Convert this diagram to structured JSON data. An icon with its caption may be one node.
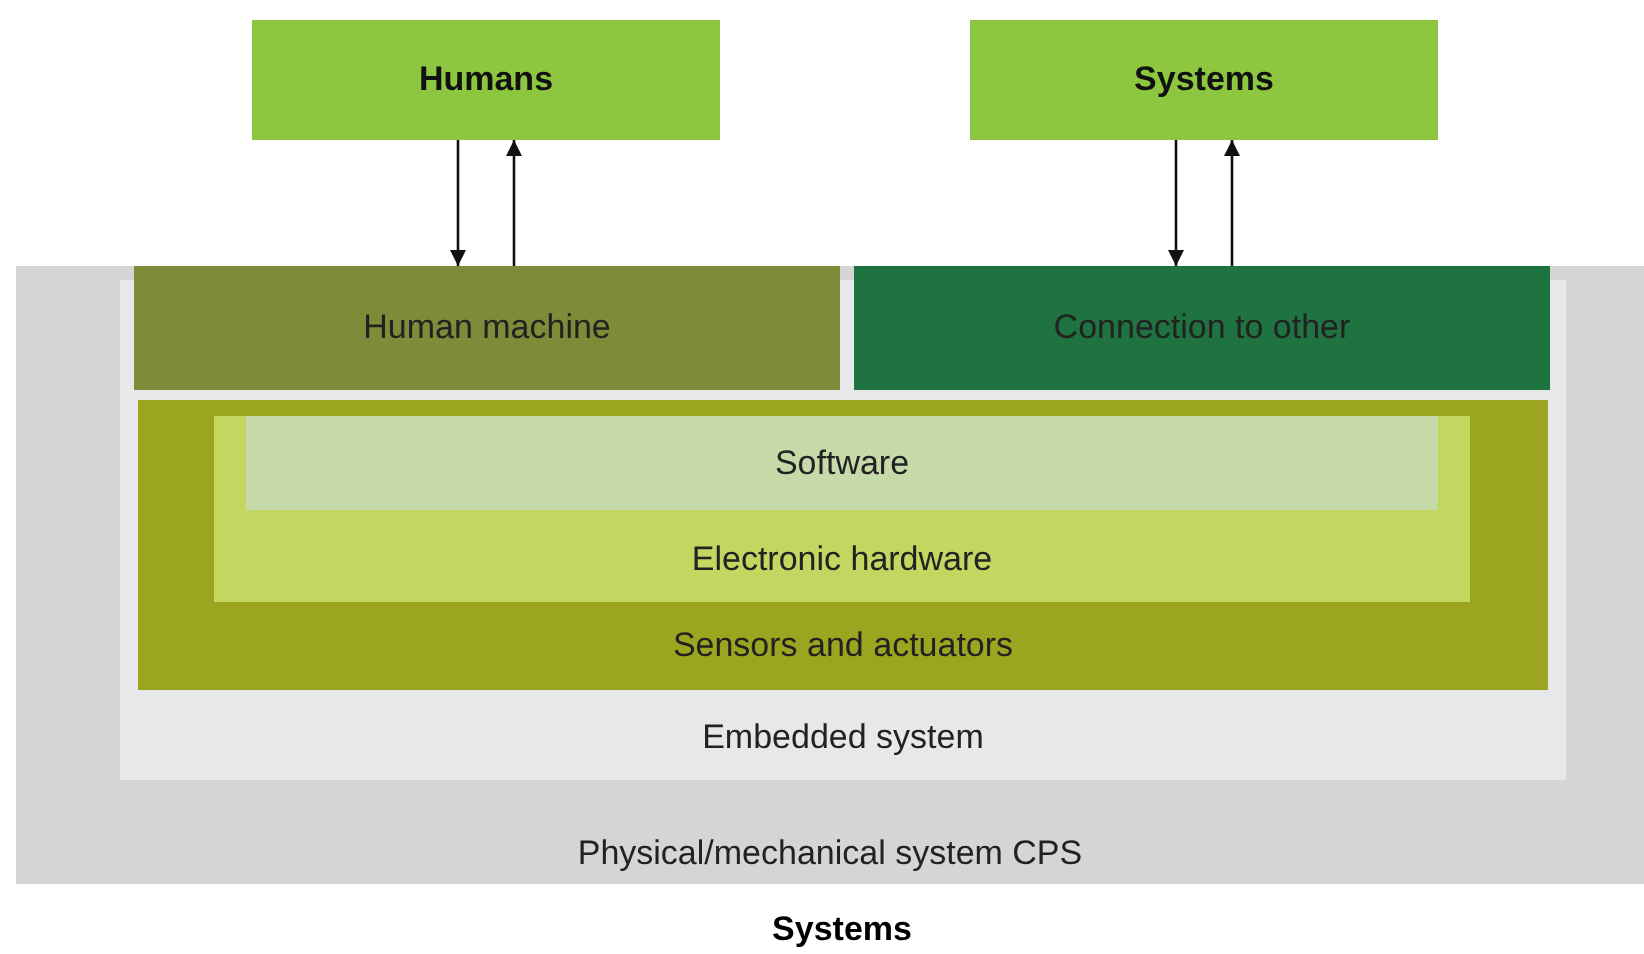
{
  "diagram": {
    "caption": "Systems",
    "nodes": [
      {
        "text": [
          "Humans"
        ]
      },
      {
        "text": [
          "Systems"
        ]
      },
      {
        "text": [
          "Physical/mechanical system CPS"
        ]
      },
      {
        "text": [
          "Embedded system"
        ],
        "in": 2
      },
      {
        "text": [
          "Human machine"
        ],
        "in": 3
      },
      {
        "text": [
          "Connection to other"
        ],
        "in": 3
      },
      {
        "text": [
          "Sensors and actuators"
        ],
        "in": 3
      },
      {
        "text": [
          "Electronic hardware"
        ],
        "in": 6
      },
      {
        "text": [
          "Software"
        ],
        "in": 7
      }
    ],
    "edges": [
      {
        "from": 0,
        "to": 4,
        "arrow": "to"
      },
      {
        "from": 4,
        "to": 0,
        "arrow": "to"
      },
      {
        "from": 1,
        "to": 5,
        "arrow": "to"
      },
      {
        "from": 5,
        "to": 1,
        "arrow": "to"
      }
    ]
  }
}
